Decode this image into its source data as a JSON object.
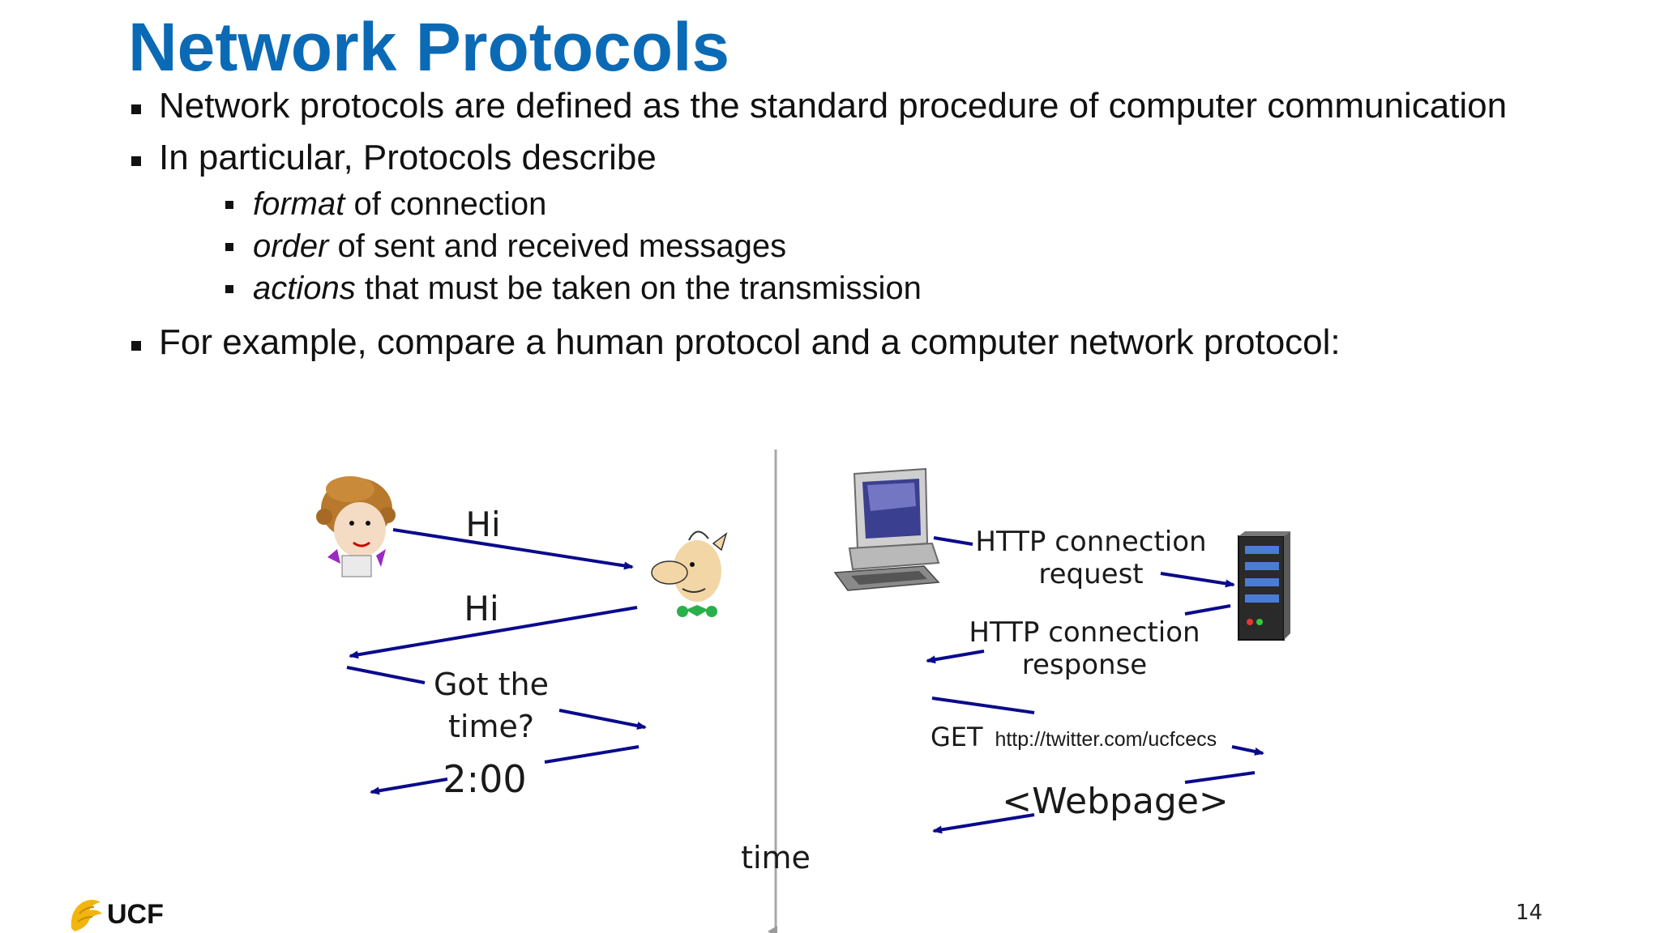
{
  "slide": {
    "title": "Network Protocols",
    "page_number": "14",
    "accent_color": "#0b6ab5",
    "arrow_color": "#0a0a8c"
  },
  "bullets": [
    {
      "text": "Network protocols are defined as the standard procedure of computer communication"
    },
    {
      "text": "In particular, Protocols describe",
      "sub": [
        {
          "em": "format",
          "rest": " of connection"
        },
        {
          "em": "order",
          "rest": " of sent and received messages"
        },
        {
          "em": "actions",
          "rest": " that must be taken on the transmission"
        }
      ]
    },
    {
      "text": "For example, compare a human protocol and a computer network protocol:"
    }
  ],
  "human_protocol": {
    "msg1": "Hi",
    "msg2": "Hi",
    "msg3_line1": "Got the",
    "msg3_line2": "time?",
    "msg4": "2:00",
    "person_a_icon": "woman-icon",
    "person_b_icon": "man-icon"
  },
  "axis": {
    "label": "time"
  },
  "network_protocol": {
    "req_line1": "HTTP connection",
    "req_line2": "request",
    "resp_line1": "HTTP connection",
    "resp_line2": "response",
    "get_method": "GET",
    "get_url": "http://twitter.com/ucfcecs",
    "reply": "<Webpage>",
    "client_icon": "computer-icon",
    "server_icon": "server-icon"
  },
  "footer": {
    "logo_text": "UCF",
    "logo_icon": "pegasus-icon"
  }
}
